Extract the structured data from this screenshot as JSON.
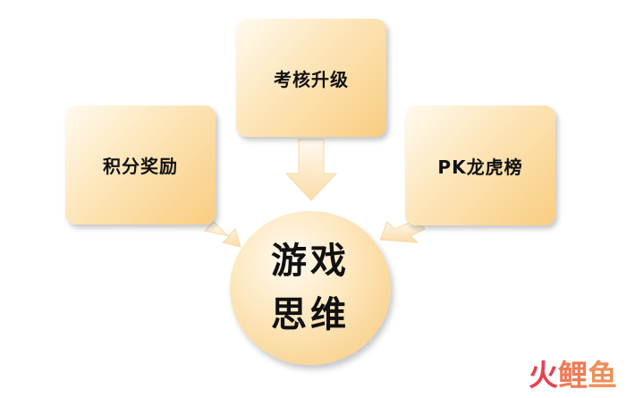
{
  "diagram": {
    "top_box": "考核升级",
    "left_box": "积分奖励",
    "right_box": "PK龙虎榜",
    "center_line1": "游戏",
    "center_line2": "思维"
  },
  "watermark": {
    "char1": "火",
    "char2": "鲤",
    "char3": "鱼",
    "colors": [
      "#e8404f",
      "#f07b57",
      "#f08f5a"
    ]
  }
}
